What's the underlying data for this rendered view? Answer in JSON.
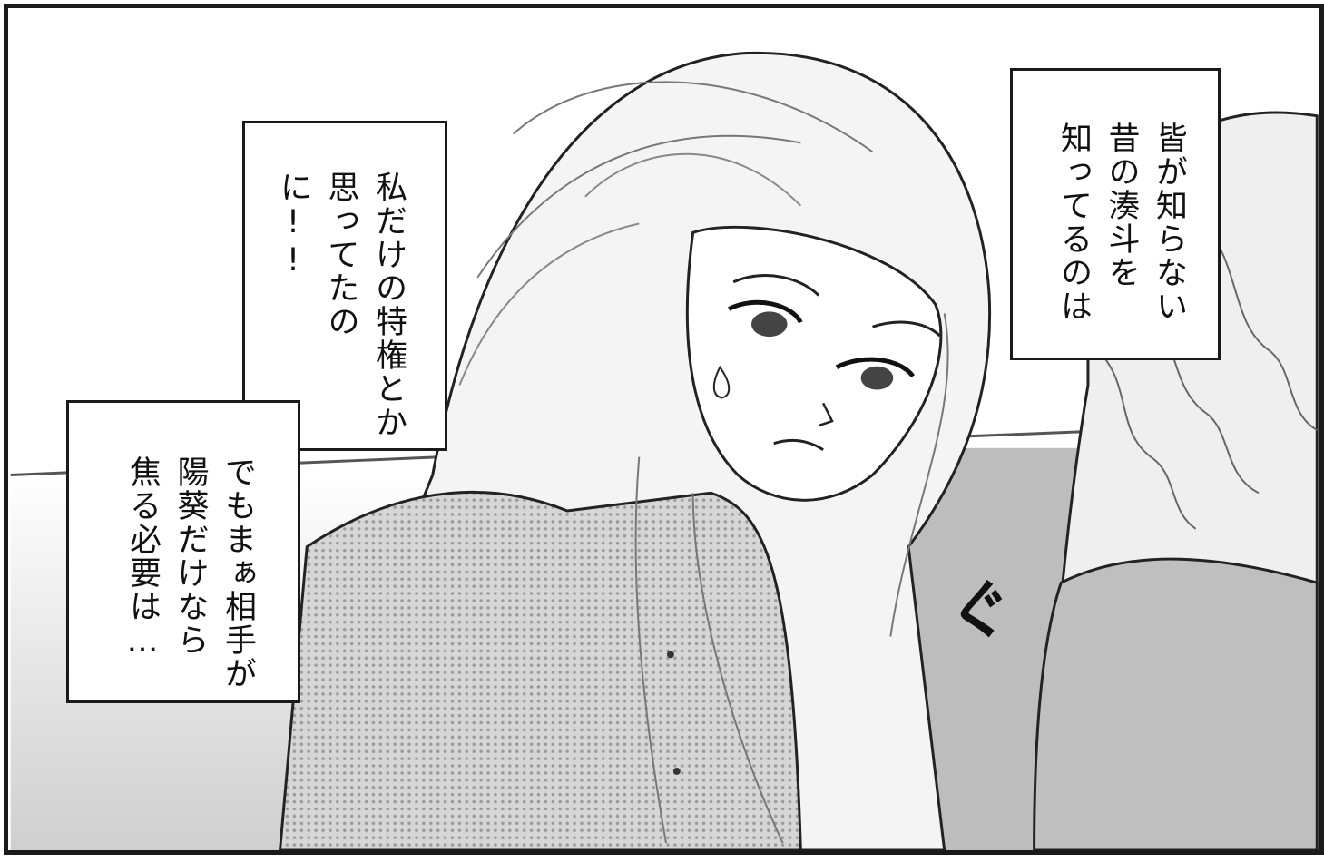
{
  "captions": {
    "right": [
      "皆が知らない",
      "昔の湊斗を",
      "知ってるのは"
    ],
    "middle": [
      "私だけの特権とか",
      "思ってたのに!!"
    ],
    "left": [
      "でもまぁ相手が",
      "陽葵だけなら",
      "焦る必要は…"
    ]
  },
  "sound_effect": "ぐ",
  "colors": {
    "ink": "#1a1a1a",
    "paper": "#ffffff",
    "screentone": "#c9c9c9"
  }
}
